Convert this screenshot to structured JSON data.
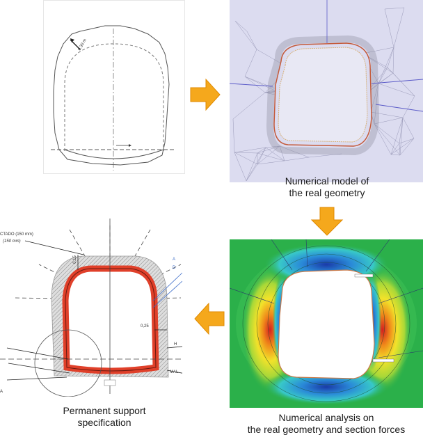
{
  "captions": {
    "numerical_model": [
      "Numerical model of",
      "the real geometry"
    ],
    "permanent_support": [
      "Permanent support",
      "specification"
    ],
    "numerical_analysis": [
      "Numerical analysis on",
      "the real geometry and section forces"
    ]
  },
  "panel3_labels": {
    "shotcrete_1": "CTADO (150 mm)",
    "shotcrete_2": "(150 mm)",
    "thickness_top": "0.15",
    "dim": "0,25",
    "right_a": "A",
    "right_d": "D",
    "right_h": "H",
    "right_mal": "MAL",
    "left_a": "A"
  },
  "panel1_labels": {
    "dim_label": "0.30 m"
  },
  "colors": {
    "arrow_orange": "#f5a81c",
    "arrow_stroke": "#e08a00",
    "lining_red": "#e0402a",
    "contour_green": "#2bb04a",
    "mesh_bg": "#dcdcf0"
  }
}
